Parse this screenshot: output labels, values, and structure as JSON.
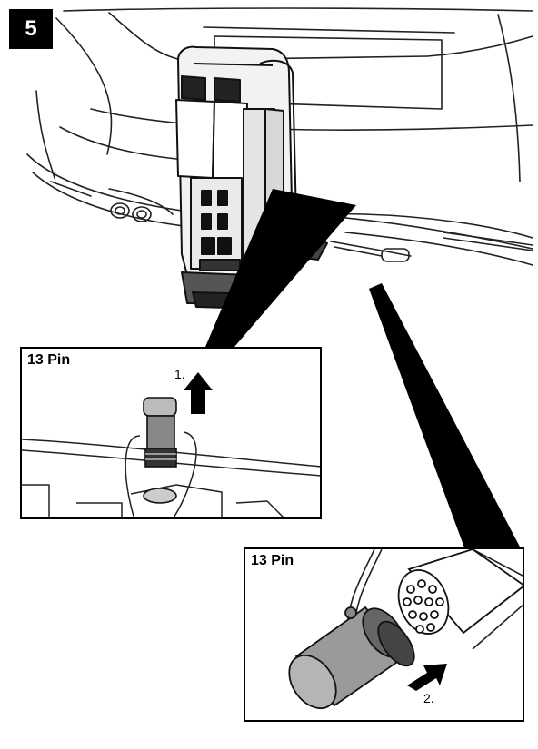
{
  "step": {
    "number": "5"
  },
  "insets": [
    {
      "label": "13 Pin",
      "step_label": "1."
    },
    {
      "label": "13 Pin",
      "step_label": "2."
    }
  ]
}
